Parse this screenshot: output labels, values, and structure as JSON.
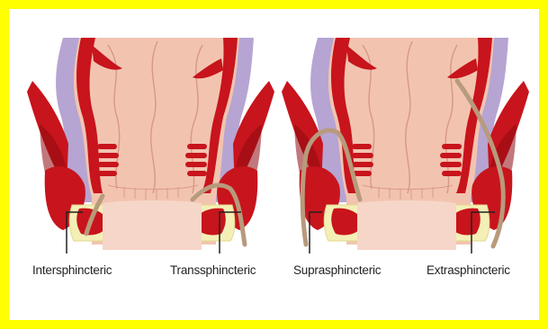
{
  "frame_color": "#ffff00",
  "colors": {
    "muscle": "#c8141c",
    "muscle_dark": "#8e0a10",
    "mucosa": "#f2c4b0",
    "mucosa_line": "#d99a88",
    "fat": "#f4efb6",
    "nerve_purple": "#b6a4d2",
    "tract": "#b89a7c"
  },
  "labels": {
    "intersphincteric": "Intersphincteric",
    "transsphincteric": "Transsphincteric",
    "suprasphincteric": "Suprasphincteric",
    "extrasphincteric": "Extrasphincteric"
  }
}
